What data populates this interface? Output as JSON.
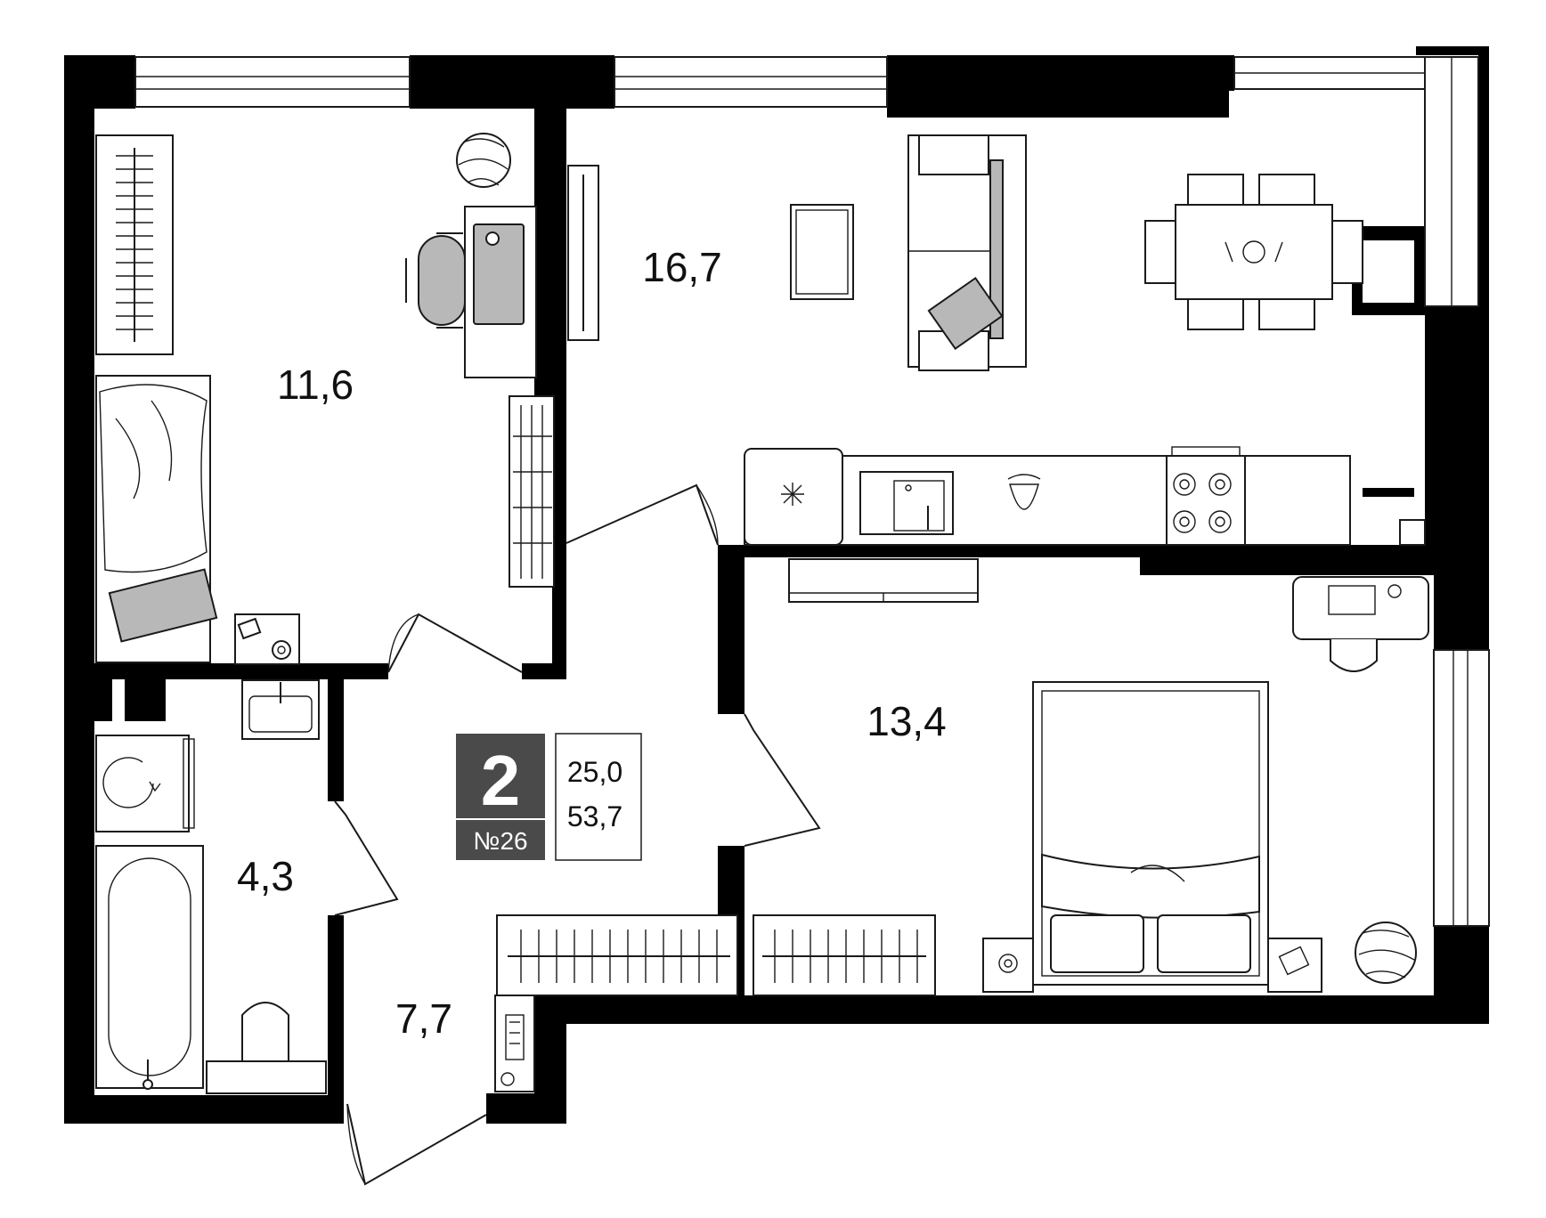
{
  "colors": {
    "wall": "#000000",
    "badge": "#4a4a4a",
    "furniture_fill": "#b8b8b8",
    "text": "#111111"
  },
  "rooms": {
    "bedroom_small": {
      "area": "11,6"
    },
    "living_kitchen": {
      "area": "16,7"
    },
    "bedroom_large": {
      "area": "13,4"
    },
    "bathroom": {
      "area": "4,3"
    },
    "hallway": {
      "area": "7,7"
    }
  },
  "badge": {
    "rooms_count": "2",
    "number": "№26",
    "living_area": "25,0",
    "total_area": "53,7"
  },
  "icons": [
    "plant-icon",
    "fridge-icon",
    "sink-icon",
    "stove-icon",
    "washer-icon",
    "bathtub-icon",
    "toilet-icon",
    "bed-icon",
    "sofa-icon",
    "table-icon"
  ]
}
